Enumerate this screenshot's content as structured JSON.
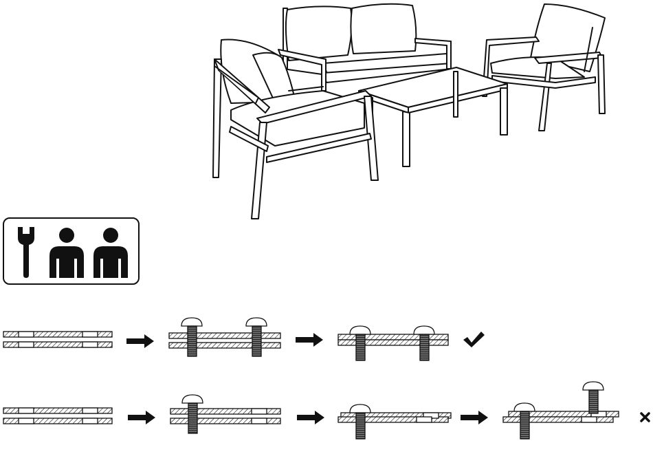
{
  "figure": {
    "illustration": "outdoor-furniture-set",
    "pieces": [
      "loveseat",
      "armchair",
      "armchair",
      "coffee-table"
    ]
  },
  "requirements": {
    "tools": [
      "wrench-icon"
    ],
    "people_required": 2
  },
  "instructions": {
    "correct_sequence": {
      "steps": [
        "aligned-panels",
        "insert-bolts-loosely",
        "tighten-bolts"
      ],
      "result_icon": "checkmark-icon"
    },
    "incorrect_sequence": {
      "steps": [
        "aligned-panels",
        "insert-one-bolt",
        "tighten-single-bolt",
        "holes-misaligned"
      ],
      "result_icon": "cross-icon"
    }
  },
  "colors": {
    "ink": "#111111",
    "paper": "#ffffff",
    "bolt_fill": "#555555"
  }
}
